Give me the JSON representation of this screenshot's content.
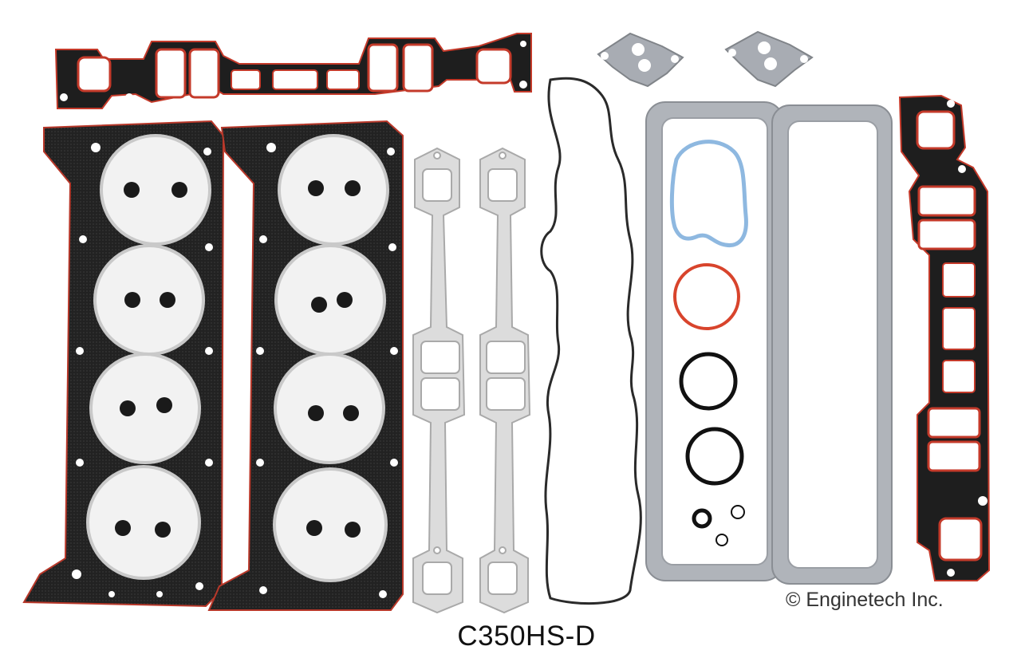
{
  "product": {
    "part_number": "C350HS-D",
    "copyright": "© Enginetech Inc."
  },
  "gasket_kit": {
    "items": [
      "intake-manifold-gasket-top",
      "cylinder-head-gasket-left",
      "cylinder-head-gasket-right",
      "exhaust-manifold-gasket-left",
      "exhaust-manifold-gasket-right",
      "valve-cover-bead-gasket",
      "egr-gasket-left",
      "egr-gasket-right",
      "valve-cover-gasket-left",
      "valve-cover-gasket-right",
      "intake-manifold-gasket-side",
      "thermostat-gasket",
      "o-ring-set"
    ]
  },
  "colors": {
    "head_gasket_body": "#1f1f1f",
    "red_seal": "#c43a2a",
    "steel": "#e8e8e8",
    "grey_rubber": "#a9aeb5",
    "blue_gasket": "#9fc4e6",
    "black_ring": "#111111",
    "orange_ring": "#d8442c"
  }
}
